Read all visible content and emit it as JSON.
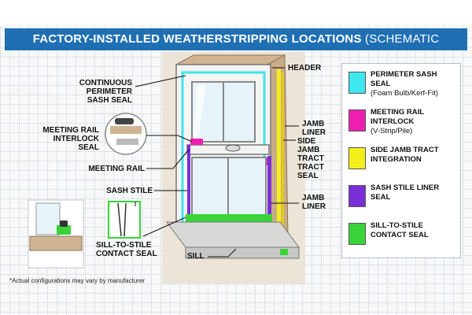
{
  "title_main": "FACTORY-INSTALLED WEATHERSTRIPPING LOCATIONS",
  "title_sub": "(SCHEMATIC OVERLAY)",
  "labels": {
    "header": "HEADER",
    "continuous": [
      "CONTINUOUS PERIMETER",
      "SASH SEAL"
    ],
    "meeting_interlock": [
      "MEETING RAIL",
      "INTERLOCK SEAL"
    ],
    "meeting_rail": "MEETING RAIL",
    "sash_stile": "SASH STILE",
    "sill_contact": [
      "SILL-TO-STILE",
      "CONTACT SEAL"
    ],
    "sill": "SILL",
    "jamb_liner_top": [
      "JAMB",
      "LINER"
    ],
    "side_jamb": [
      "SIDE",
      "JAMB",
      "TRACT",
      "TRACT",
      "SEAL"
    ],
    "jamb_liner_bottom": [
      "JAMB",
      "LINER"
    ]
  },
  "legend": [
    {
      "title": "PERIMETER SASH SEAL",
      "desc": "(Foam Bulb/Kerf-Fit)",
      "color": "#3ee6ee"
    },
    {
      "title": "MEETING RAIL INTERLOCK",
      "desc": "(V-Strip/Pile)",
      "color": "#ee1fb0"
    },
    {
      "title": "SIDE JAMB TRACT INTEGRATION",
      "desc": "",
      "color": "#f2ef1a"
    },
    {
      "title": "SASH STILE LINER SEAL",
      "desc": "",
      "color": "#7a2fd6"
    },
    {
      "title": "SILL-TO-STILE CONTACT SEAL",
      "desc": "",
      "color": "#3ad43a"
    }
  ],
  "footnote": "*Actual configurations may vary by manufacturer"
}
